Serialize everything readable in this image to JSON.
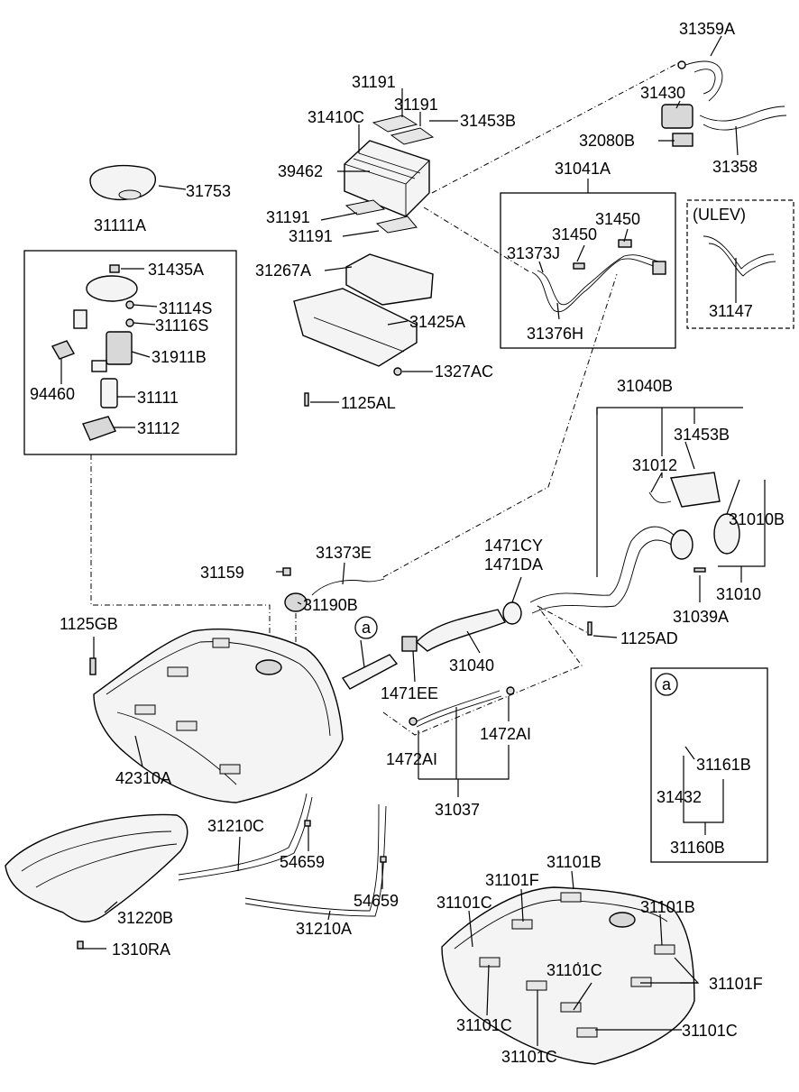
{
  "callouts": {
    "p31359A": "31359A",
    "p31430": "31430",
    "p32080B": "32080B",
    "p31358": "31358",
    "p31191_top": "31191",
    "p31191_b": "31191",
    "p31191_c": "31191",
    "p31191_d": "31191",
    "p31410C": "31410C",
    "p31453B_top": "31453B",
    "p39462": "39462",
    "p31041A": "31041A",
    "p31450_a": "31450",
    "p31450_b": "31450",
    "p31373J": "31373J",
    "p31376H": "31376H",
    "ulev": "(ULEV)",
    "p31147": "31147",
    "p31753": "31753",
    "p31111A": "31111A",
    "p31435A": "31435A",
    "p31114S": "31114S",
    "p31116S": "31116S",
    "p31911B": "31911B",
    "p94460": "94460",
    "p31111": "31111",
    "p31112": "31112",
    "p31267A": "31267A",
    "p31425A": "31425A",
    "p1327AC": "1327AC",
    "p1125AL": "1125AL",
    "p31040B": "31040B",
    "p31453B_mid": "31453B",
    "p31012": "31012",
    "p31010B": "31010B",
    "p31010": "31010",
    "p31039A": "31039A",
    "p1125AD": "1125AD",
    "p31373E": "31373E",
    "p31159": "31159",
    "p31190B": "31190B",
    "p1471CY": "1471CY",
    "p1471DA": "1471DA",
    "p31040": "31040",
    "p1471EE": "1471EE",
    "p1125GB": "1125GB",
    "p42310A": "42310A",
    "p1472AI_a": "1472AI",
    "p1472AI_b": "1472AI",
    "p31037": "31037",
    "p31161B": "31161B",
    "p31432": "31432",
    "p31160B": "31160B",
    "p31210C": "31210C",
    "p54659_a": "54659",
    "p54659_b": "54659",
    "p31220B": "31220B",
    "p31210A": "31210A",
    "p1310RA": "1310RA",
    "p31101B_a": "31101B",
    "p31101B_b": "31101B",
    "p31101F_a": "31101F",
    "p31101F_b": "31101F",
    "p31101C_a": "31101C",
    "p31101C_b": "31101C",
    "p31101C_c": "31101C",
    "p31101C_d": "31101C",
    "p31101C_e": "31101C",
    "marker_a": "a",
    "marker_a_box": "a"
  }
}
